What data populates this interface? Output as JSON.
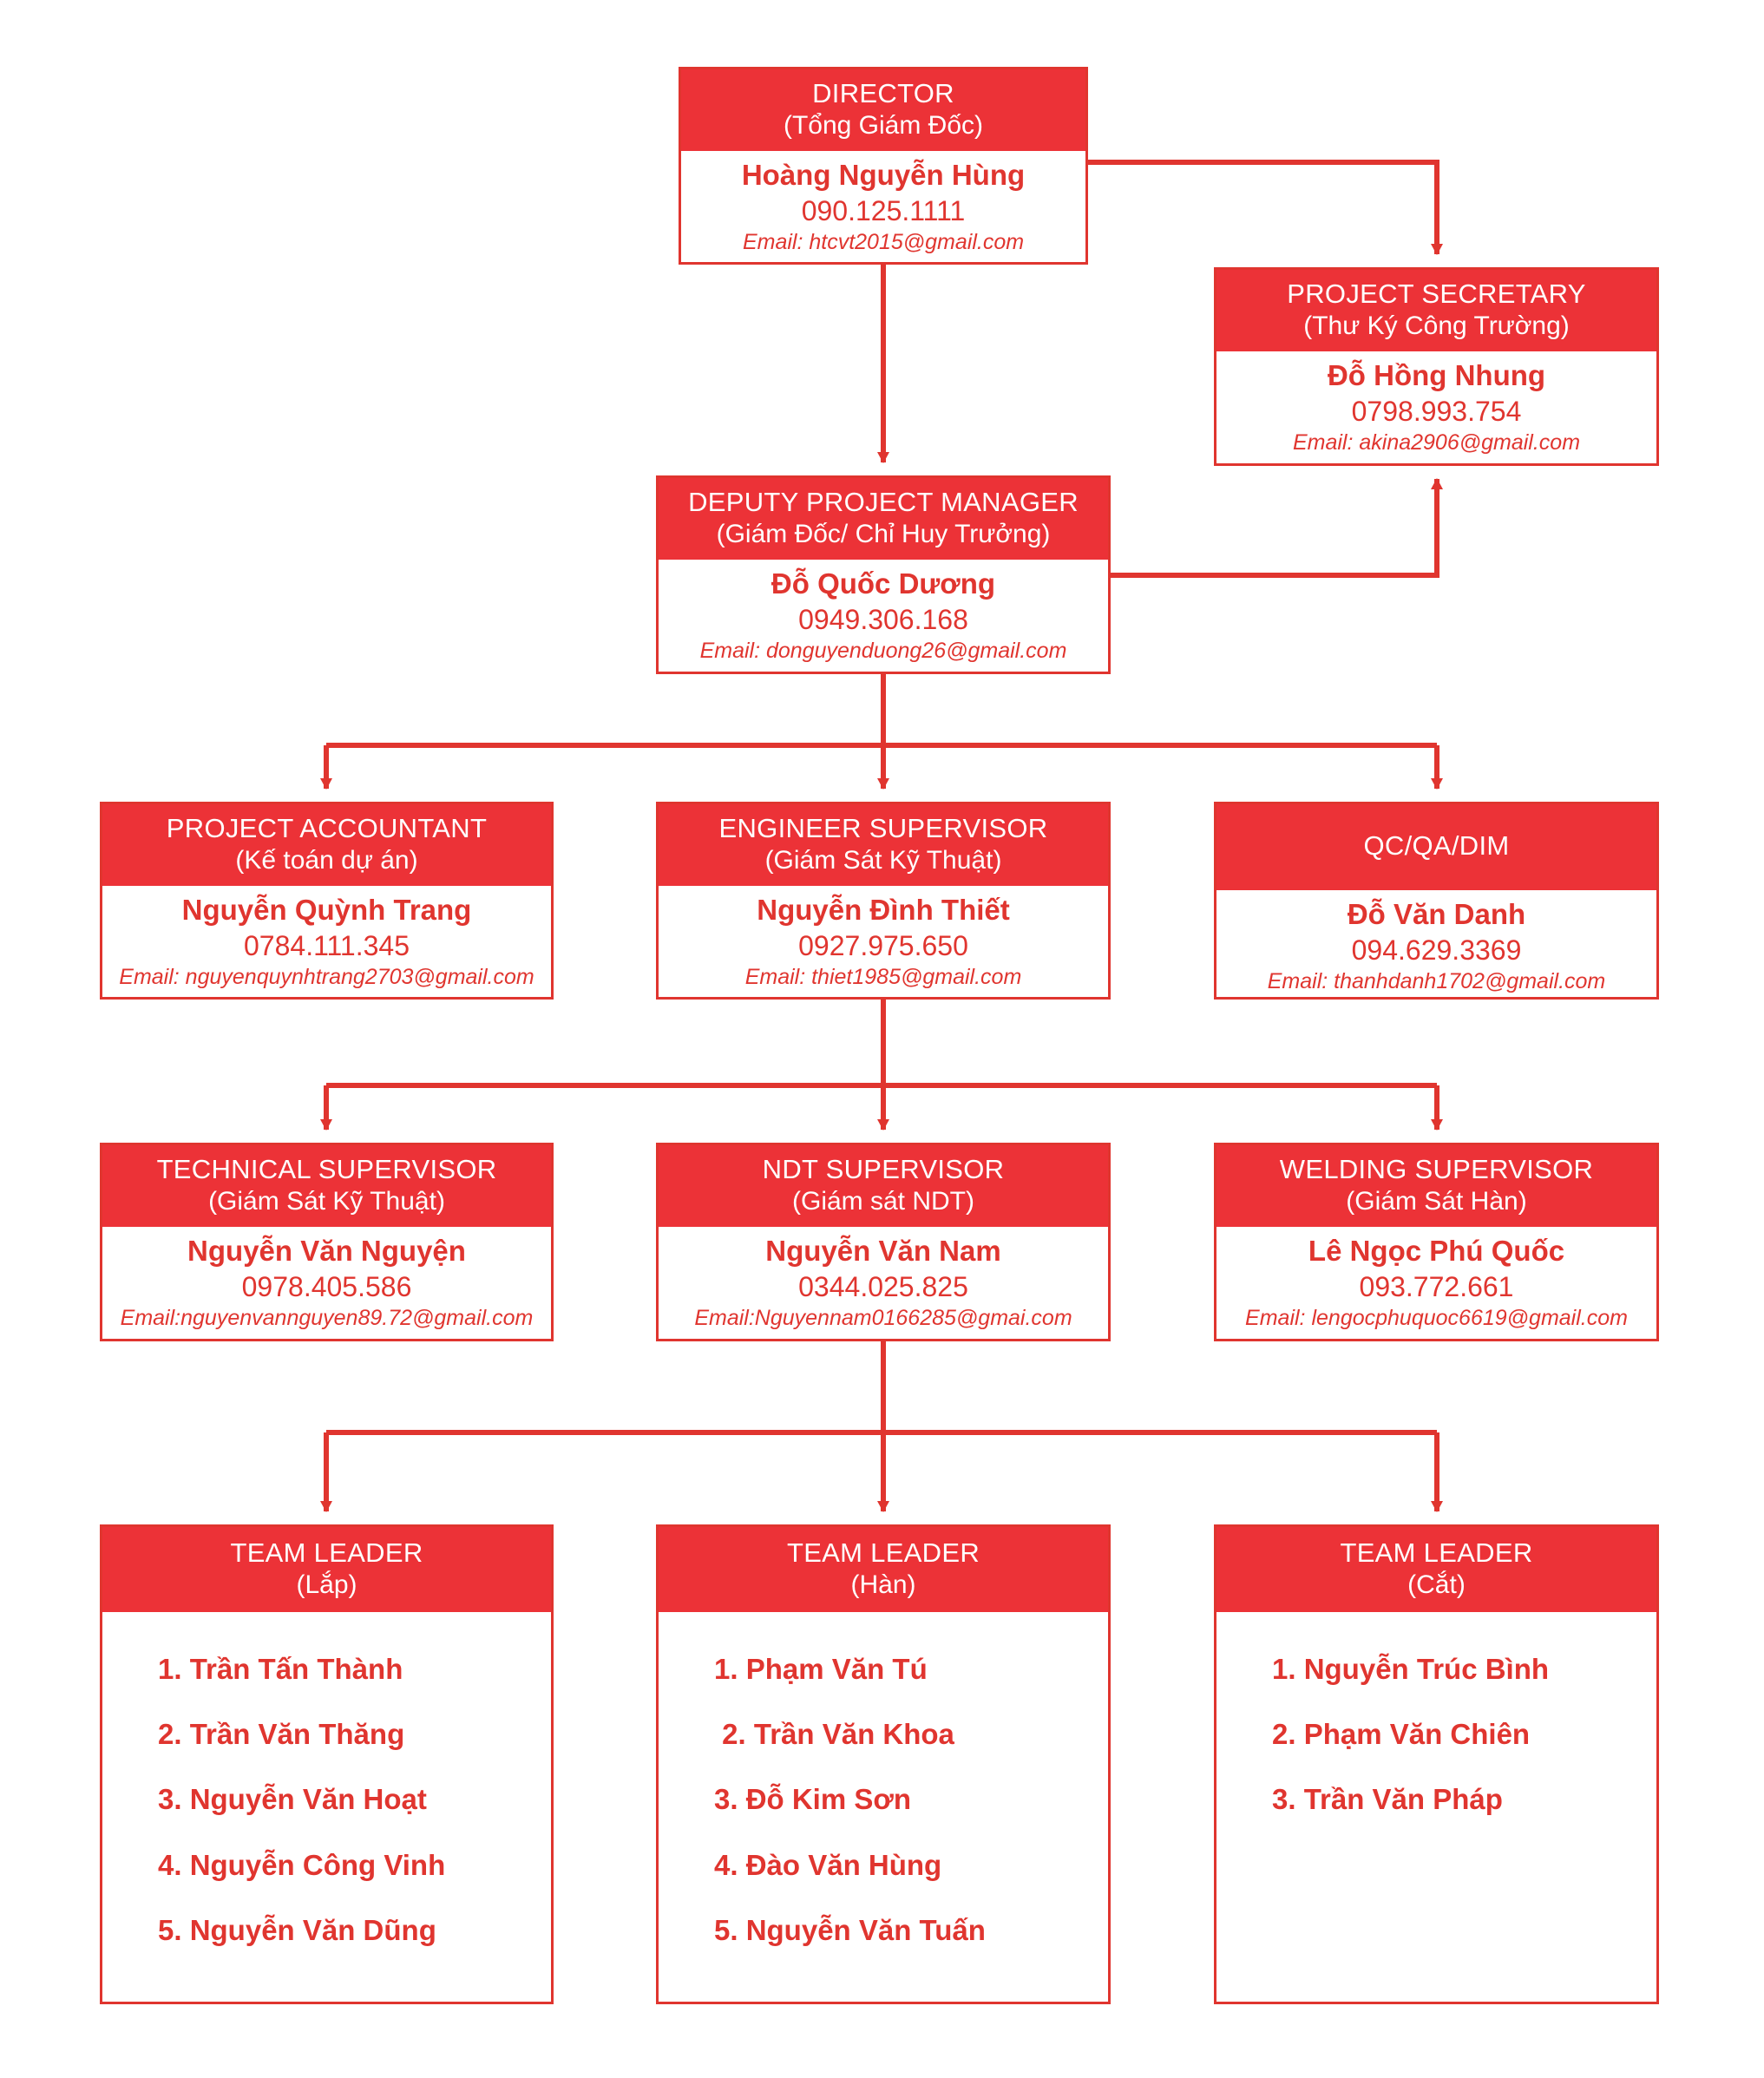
{
  "colors": {
    "accent_red": "#EC3237",
    "border_red": "#E0352F",
    "text_red": "#E0352F",
    "header_text": "#FFFFFF",
    "background": "#FFFFFF"
  },
  "org_chart": {
    "type": "organization-chart",
    "orientation": "top-down",
    "levels": 5,
    "nodes": [
      {
        "id": "director",
        "title": "DIRECTOR",
        "subtitle": "(Tổng Giám Đốc)",
        "name": "Hoàng Nguyễn Hùng",
        "phone": "090.125.1111",
        "email": "Email: htcvt2015@gmail.com"
      },
      {
        "id": "secretary",
        "title": "PROJECT SECRETARY",
        "subtitle": "(Thư Ký Công Trường)",
        "name": "Đỗ Hồng Nhung",
        "phone": "0798.993.754",
        "email": "Email: akina2906@gmail.com"
      },
      {
        "id": "deputy",
        "title": "DEPUTY PROJECT MANAGER",
        "subtitle": "(Giám Đốc/ Chỉ Huy Trưởng)",
        "name": "Đỗ Quốc Dương",
        "phone": "0949.306.168",
        "email": "Email: donguyenduong26@gmail.com"
      },
      {
        "id": "accountant",
        "title": "PROJECT ACCOUNTANT",
        "subtitle": "(Kế toán dự án)",
        "name": "Nguyễn Quỳnh Trang",
        "phone": "0784.111.345",
        "email": "Email: nguyenquynhtrang2703@gmail.com"
      },
      {
        "id": "engineer",
        "title": "ENGINEER SUPERVISOR",
        "subtitle": "(Giám Sát Kỹ Thuật)",
        "name": "Nguyễn Đình Thiết",
        "phone": "0927.975.650",
        "email": "Email: thiet1985@gmail.com"
      },
      {
        "id": "qc",
        "title": "QC/QA/DIM",
        "subtitle": "",
        "name": "Đỗ Văn Danh",
        "phone": "094.629.3369",
        "email": "Email: thanhdanh1702@gmail.com"
      },
      {
        "id": "technical",
        "title": "TECHNICAL SUPERVISOR",
        "subtitle": "(Giám Sát Kỹ Thuật)",
        "name": "Nguyễn Văn Nguyện",
        "phone": "0978.405.586",
        "email": "Email:nguyenvannguyen89.72@gmail.com"
      },
      {
        "id": "ndt",
        "title": "NDT SUPERVISOR",
        "subtitle": "(Giám sát NDT)",
        "name": "Nguyễn Văn Nam",
        "phone": "0344.025.825",
        "email": "Email:Nguyennam0166285@gmai.com"
      },
      {
        "id": "welding",
        "title": "WELDING SUPERVISOR",
        "subtitle": "(Giám Sát Hàn)",
        "name": "Lê Ngọc Phú Quốc",
        "phone": "093.772.661",
        "email": "Email: lengocphuquoc6619@gmail.com"
      }
    ],
    "teams": [
      {
        "id": "team-lap",
        "title": "TEAM LEADER",
        "subtitle": "(Lắp)",
        "members": [
          "1. Trần Tấn Thành",
          "2. Trần Văn Thăng",
          "3. Nguyễn Văn Hoạt",
          "4. Nguyễn Công Vinh",
          "5. Nguyễn Văn Dũng"
        ]
      },
      {
        "id": "team-han",
        "title": "TEAM LEADER",
        "subtitle": "(Hàn)",
        "members": [
          "1. Phạm Văn Tú",
          " 2. Trần Văn Khoa",
          "3. Đỗ Kim Sơn",
          "4. Đào Văn Hùng",
          "5. Nguyễn Văn Tuấn"
        ]
      },
      {
        "id": "team-cat",
        "title": "TEAM LEADER",
        "subtitle": "(Cắt)",
        "members": [
          "1. Nguyễn Trúc Bình",
          "2. Phạm Văn Chiên",
          "3. Trần Văn Pháp"
        ]
      }
    ],
    "edges": [
      {
        "from": "director",
        "to": "deputy",
        "style": "vertical-arrow-down"
      },
      {
        "from": "director",
        "to": "secretary",
        "style": "right-then-down-arrow"
      },
      {
        "from": "deputy",
        "to": "secretary",
        "style": "right-then-up-arrow"
      },
      {
        "from": "deputy",
        "to": "accountant",
        "style": "bus-branch-down"
      },
      {
        "from": "deputy",
        "to": "engineer",
        "style": "bus-branch-down"
      },
      {
        "from": "deputy",
        "to": "qc",
        "style": "bus-branch-down"
      },
      {
        "from": "engineer",
        "to": "technical",
        "style": "bus-branch-down"
      },
      {
        "from": "engineer",
        "to": "ndt",
        "style": "bus-branch-down"
      },
      {
        "from": "engineer",
        "to": "welding",
        "style": "bus-branch-down"
      },
      {
        "from": "ndt",
        "to": "team-lap",
        "style": "bus-branch-down"
      },
      {
        "from": "ndt",
        "to": "team-han",
        "style": "bus-branch-down"
      },
      {
        "from": "ndt",
        "to": "team-cat",
        "style": "bus-branch-down"
      }
    ]
  }
}
